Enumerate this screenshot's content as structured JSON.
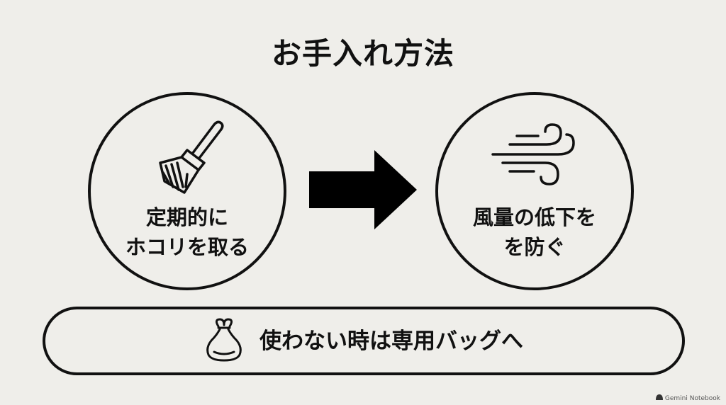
{
  "title": "お手入れ方法",
  "left_card": {
    "icon": "brush-icon",
    "line1": "定期的に",
    "line2": "ホコリを取る"
  },
  "arrow": {
    "icon": "arrow-right-icon"
  },
  "right_card": {
    "icon": "wind-icon",
    "line1": "風量の低下を",
    "line2": "を防ぐ"
  },
  "bottom_pill": {
    "icon": "bag-icon",
    "text": "使わない時は専用バッグへ"
  },
  "watermark": {
    "text": "Gemini Notebook"
  }
}
